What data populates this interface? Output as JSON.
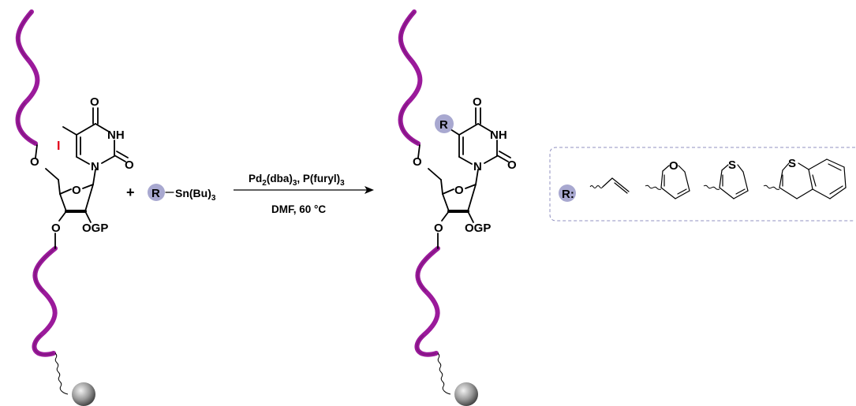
{
  "colors": {
    "strand": "#9b1a9b",
    "strand_dark": "#6f0f6f",
    "iodine": "#e2001a",
    "r_badge": "#a8a8d0",
    "box_dash": "#9090c0",
    "bead_light": "#f2f2f2",
    "bead_dark": "#3a3a3a"
  },
  "icons": [
    "dna-strand",
    "solid-support-bead",
    "r-group-badge",
    "reaction-arrow"
  ],
  "reactant": {
    "iodo": "I",
    "o_top": "O",
    "nh": "NH",
    "o_c2": "O",
    "n1": "N",
    "o_ring": "O",
    "o5": "O",
    "o3": "O",
    "ogp": "OGP"
  },
  "plus": "+",
  "stannane": {
    "r": "R",
    "sn_main": "Sn(Bu)",
    "sn_sub": "3"
  },
  "conditions": {
    "line1_a": "Pd",
    "line1_sub_a": "2",
    "line1_b": "(dba)",
    "line1_sub_b": "3",
    "line1_c": ", P(furyl)",
    "line1_sub_c": "3",
    "line2": "DMF,  60 °C"
  },
  "product": {
    "r": "R",
    "o_top": "O",
    "nh": "NH",
    "o_c2": "O",
    "n1": "N",
    "o_ring": "O",
    "o5": "O",
    "o3": "O",
    "ogp": "OGP"
  },
  "legend": {
    "r_label": "R:",
    "furan_o": "O",
    "thiophene_s": "S",
    "benzothiophene_s": "S"
  }
}
